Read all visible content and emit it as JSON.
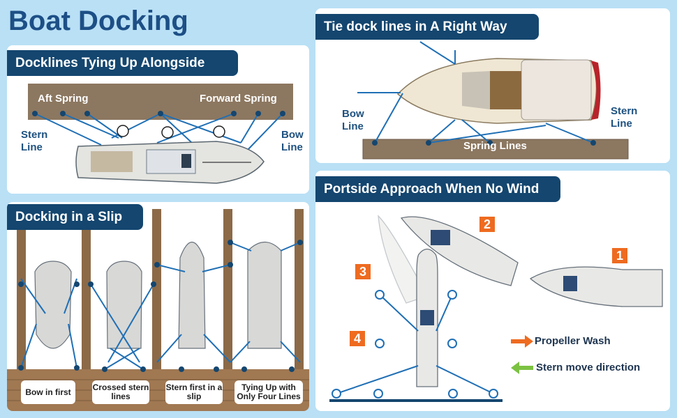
{
  "title": "Boat Docking",
  "colors": {
    "accent": "#14466f",
    "title": "#1d4f86",
    "dock": "#8c7760",
    "line": "#1f6fb5",
    "propeller": "#ee6b20",
    "stern_move": "#7cc242"
  },
  "panels": {
    "alongside": {
      "header": "Docklines Tying Up Alongside",
      "aft_spring": "Aft Spring",
      "forward_spring": "Forward Spring",
      "stern_line": "Stern Line",
      "bow_line": "Bow Line"
    },
    "right_way": {
      "header": "Tie dock lines in A Right Way",
      "bow_line": "Bow Line",
      "stern_line": "Stern Line",
      "spring_lines": "Spring Lines"
    },
    "slip": {
      "header": "Docking in a Slip",
      "captions": [
        "Bow in first",
        "Crossed stern lines",
        "Stern first in a slip",
        "Tying Up with Only Four Lines"
      ]
    },
    "portside": {
      "header": "Portside Approach When No Wind",
      "steps": [
        "1",
        "2",
        "3",
        "4"
      ],
      "legend_propeller": "Propeller Wash",
      "legend_stern": "Stern move direction"
    }
  }
}
